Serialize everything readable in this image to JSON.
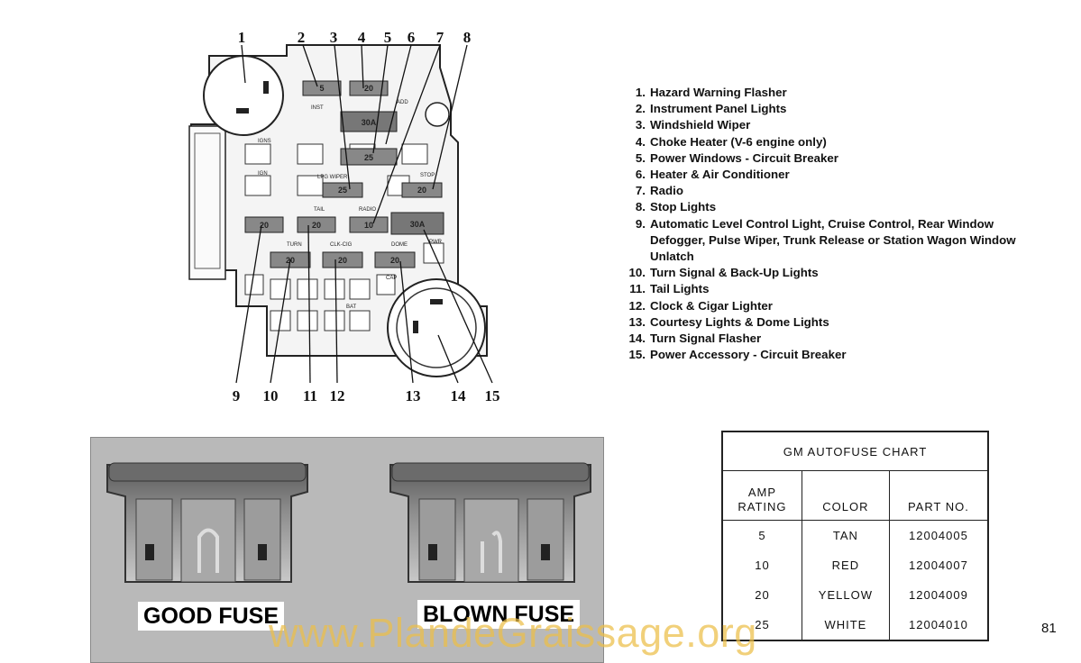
{
  "diagram": {
    "callouts_top": [
      "1",
      "2",
      "3",
      "4",
      "5",
      "6",
      "7",
      "8"
    ],
    "callouts_bottom": [
      "9",
      "10",
      "11",
      "12",
      "13",
      "14",
      "15"
    ],
    "fuse_labels": {
      "f_radio_top": "5",
      "f_choke_top": "20",
      "f_30a_top": "30A",
      "f_25_wiper_side": "25",
      "f_lp_wiper": "25",
      "f_stop": "20",
      "f_left": "20",
      "f_tail": "20",
      "f_radio": "10",
      "f_30a_right": "30A",
      "f_turn": "20",
      "f_ctsy": "20",
      "f_dome": "20"
    },
    "small_text": {
      "inst": "INST",
      "ign": "IGN",
      "ign_b": "IGNS",
      "add": "ADD",
      "lp_wiper": "LPG WIPER",
      "stop": "STOP",
      "tail": "TAIL",
      "radio": "RADIO",
      "turn": "TURN",
      "clk": "CLK-CIG",
      "dome": "DOME",
      "pwr": "PWR",
      "cap": "CAP",
      "bat": "BAT"
    }
  },
  "legend": [
    {
      "num": "1.",
      "text": "Hazard Warning Flasher"
    },
    {
      "num": "2.",
      "text": "Instrument Panel Lights"
    },
    {
      "num": "3.",
      "text": "Windshield Wiper"
    },
    {
      "num": "4.",
      "text": "Choke Heater (V-6 engine only)"
    },
    {
      "num": "5.",
      "text": "Power Windows - Circuit Breaker"
    },
    {
      "num": "6.",
      "text": "Heater & Air Conditioner"
    },
    {
      "num": "7.",
      "text": "Radio"
    },
    {
      "num": "8.",
      "text": "Stop Lights"
    },
    {
      "num": "9.",
      "text": "Automatic Level Control Light, Cruise Control, Rear Window Defogger, Pulse Wiper, Trunk Release or Station Wagon Window Unlatch"
    },
    {
      "num": "10.",
      "text": "Turn Signal & Back-Up Lights"
    },
    {
      "num": "11.",
      "text": "Tail Lights"
    },
    {
      "num": "12.",
      "text": "Clock & Cigar Lighter"
    },
    {
      "num": "13.",
      "text": "Courtesy Lights & Dome Lights"
    },
    {
      "num": "14.",
      "text": "Turn Signal Flasher"
    },
    {
      "num": "15.",
      "text": "Power Accessory - Circuit Breaker"
    }
  ],
  "photo": {
    "good_label": "GOOD FUSE",
    "blown_label": "BLOWN FUSE"
  },
  "chart": {
    "title": "GM AUTOFUSE CHART",
    "headers": {
      "amp_line1": "AMP",
      "amp_line2": "RATING",
      "color": "COLOR",
      "part": "PART NO."
    },
    "rows": [
      {
        "amp": "5",
        "color": "TAN",
        "part": "12004005"
      },
      {
        "amp": "10",
        "color": "RED",
        "part": "12004007"
      },
      {
        "amp": "20",
        "color": "YELLOW",
        "part": "12004009"
      },
      {
        "amp": "25",
        "color": "WHITE",
        "part": "12004010"
      }
    ]
  },
  "page_number": "81",
  "watermark": "www.PlandeGraissage.org"
}
